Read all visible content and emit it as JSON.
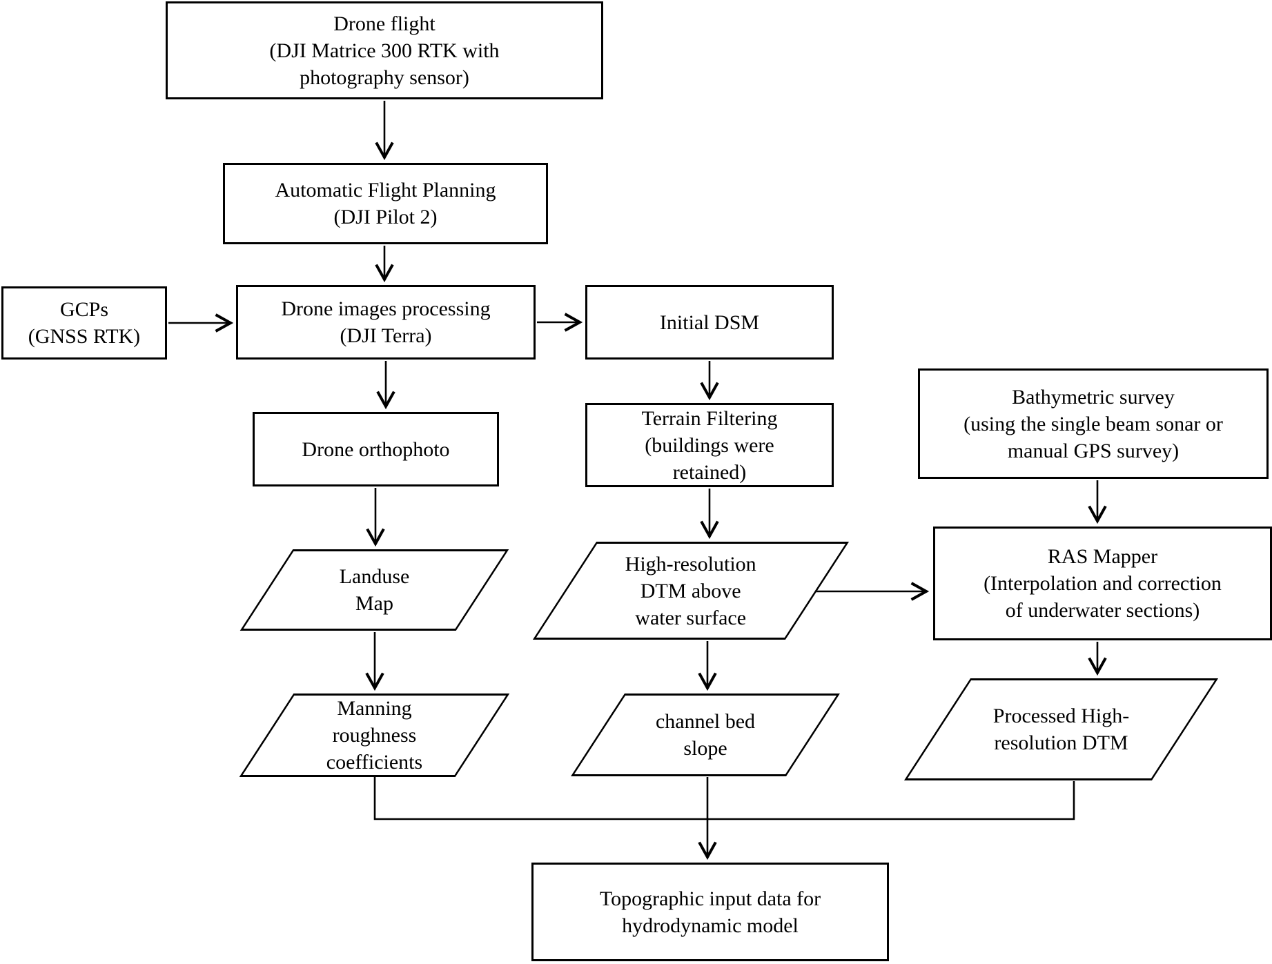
{
  "diagram": {
    "type": "flowchart",
    "colors": {
      "line": "#000000",
      "text": "#000000",
      "background": "#ffffff"
    },
    "nodes": {
      "drone_flight": {
        "shape": "rect",
        "label": "Drone flight\n(DJI Matrice 300 RTK with\nphotography sensor)"
      },
      "flight_planning": {
        "shape": "rect",
        "label": "Automatic Flight Planning\n(DJI Pilot 2)"
      },
      "gcps": {
        "shape": "rect",
        "label": "GCPs\n(GNSS RTK)"
      },
      "processing": {
        "shape": "rect",
        "label": "Drone images processing\n(DJI Terra)"
      },
      "initial_dsm": {
        "shape": "rect",
        "label": "Initial DSM"
      },
      "terrain_filtering": {
        "shape": "rect",
        "label": "Terrain Filtering\n(buildings were\nretained)"
      },
      "orthophoto": {
        "shape": "rect",
        "label": "Drone orthophoto"
      },
      "bathymetric": {
        "shape": "rect",
        "label": "Bathymetric survey\n(using the single beam sonar or\nmanual GPS survey)"
      },
      "ras_mapper": {
        "shape": "rect",
        "label": "RAS Mapper\n(Interpolation and correction\nof underwater sections)"
      },
      "landuse": {
        "shape": "parallelogram",
        "label": "Landuse\nMap"
      },
      "hr_dtm": {
        "shape": "parallelogram",
        "label": "High-resolution\nDTM above\nwater surface"
      },
      "manning": {
        "shape": "parallelogram",
        "label": "Manning\nroughness\ncoefficients"
      },
      "channel_slope": {
        "shape": "parallelogram",
        "label": "channel bed\nslope"
      },
      "processed_dtm": {
        "shape": "parallelogram",
        "label": "Processed High-\nresolution DTM"
      },
      "topographic": {
        "shape": "rect",
        "label": "Topographic input data for\nhydrodynamic model"
      }
    },
    "edges": [
      {
        "from": "drone_flight",
        "to": "flight_planning"
      },
      {
        "from": "flight_planning",
        "to": "processing"
      },
      {
        "from": "gcps",
        "to": "processing"
      },
      {
        "from": "processing",
        "to": "initial_dsm"
      },
      {
        "from": "processing",
        "to": "orthophoto"
      },
      {
        "from": "initial_dsm",
        "to": "terrain_filtering"
      },
      {
        "from": "terrain_filtering",
        "to": "hr_dtm"
      },
      {
        "from": "orthophoto",
        "to": "landuse"
      },
      {
        "from": "landuse",
        "to": "manning"
      },
      {
        "from": "bathymetric",
        "to": "ras_mapper"
      },
      {
        "from": "hr_dtm",
        "to": "ras_mapper"
      },
      {
        "from": "ras_mapper",
        "to": "processed_dtm"
      },
      {
        "from": "hr_dtm",
        "to": "channel_slope"
      },
      {
        "from": "manning",
        "to": "topographic"
      },
      {
        "from": "channel_slope",
        "to": "topographic"
      },
      {
        "from": "processed_dtm",
        "to": "topographic"
      }
    ]
  }
}
